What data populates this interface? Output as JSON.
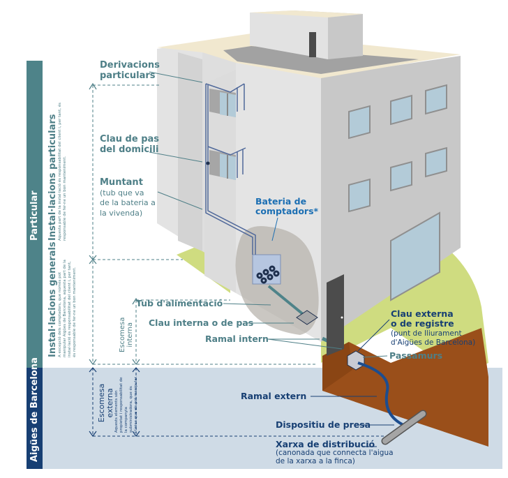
{
  "colors": {
    "teal": "#4e7f87",
    "navy": "#173f73",
    "accent_blue": "#1c6fb3",
    "lower_band_bg": "#cfdbe6",
    "grass": "#cfdc80",
    "soil": "#9a4f1a",
    "wall_light": "#e2e2e2",
    "wall_dark": "#c8c8c8",
    "window_glass": "#b3cbd8"
  },
  "bands": {
    "particular": "Particular",
    "aigues": "Aigües de Barcelona"
  },
  "sections": {
    "particulars": {
      "title": "Instal·lacions particulars",
      "body": "Aquesta part de la instal·lació és responsabilitat del client i, per tant, és responsable de fer-ne un bon manteniment."
    },
    "generals": {
      "title": "Instal·lacions generals",
      "body": "A excepció dels comptadors, que només pot manipular Aigües de Barcelona, aquesta part de la instal·lació és responsabilitat del client i, per tant, és responsable de fer-ne un bon manteniment."
    },
    "escomesa_interna": {
      "title_line1": "Escomesa",
      "title_line2": "interna"
    },
    "escomesa_externa": {
      "title_line1": "Escomesa",
      "title_line2": "externa",
      "body": "Aquests elements són propietat i responsabilitat de la companyia subministradora, que és l'única que els pot manipular."
    }
  },
  "labels": {
    "derivacions": {
      "line1": "Derivacions",
      "line2": "particulars"
    },
    "clau_domicili": {
      "line1": "Clau de pas",
      "line2": "del domicili"
    },
    "muntant": {
      "title": "Muntant",
      "line1": "(tub que va",
      "line2": "de la bateria a",
      "line3": "la vivenda)"
    },
    "bateria": {
      "line1": "Bateria de",
      "line2": "comptadors*"
    },
    "tub_alimentacio": "Tub d'alimentació",
    "clau_interna": "Clau interna o de pas",
    "ramal_intern": "Ramal intern",
    "clau_externa": {
      "line1": "Clau externa",
      "line2": "o de registre",
      "sub1": "(punt de lliurament",
      "sub2": "d'Aigües de Barcelona)"
    },
    "passamurs": "Passamurs",
    "ramal_extern": "Ramal extern",
    "dispositiu": "Dispositiu de presa",
    "xarxa": {
      "title": "Xarxa de distribució",
      "sub1": "(canonada que connecta l'aigua",
      "sub2": "de la xarxa a la finca)"
    }
  }
}
